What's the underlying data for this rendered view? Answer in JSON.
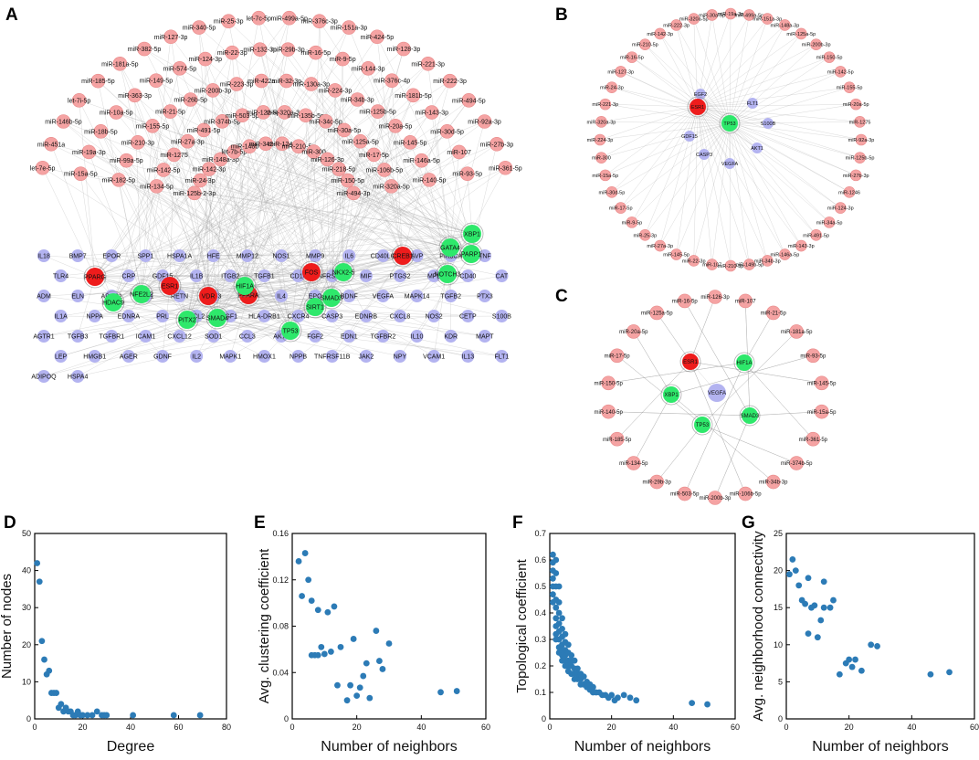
{
  "panels": {
    "A": {
      "letter": "A"
    },
    "B": {
      "letter": "B"
    },
    "C": {
      "letter": "C"
    },
    "D": {
      "letter": "D"
    },
    "E": {
      "letter": "E"
    },
    "F": {
      "letter": "F"
    },
    "G": {
      "letter": "G"
    }
  },
  "colors": {
    "mirna": "#f5a3a3",
    "mirna_stroke": "#e88a8a",
    "gene": "#b3b3f0",
    "hub_red": "#ee1c1c",
    "hub_green": "#2ee86b",
    "edge": "#9a9a9a",
    "point": "#2c7bb6"
  },
  "networks": {
    "A": {
      "mirna_outer": [
        "let-7e-5p",
        "miR-451a",
        "miR-146b-5p",
        "let-7i-5p",
        "miR-185-5p",
        "miR-181a-5p",
        "miR-382-5p",
        "miR-127-3p",
        "miR-340-5p",
        "miR-25-3p",
        "let-7c-5p",
        "miR-499a-5p",
        "miR-376c-3p",
        "miR-151a-3p",
        "miR-424-5p",
        "miR-128-3p",
        "miR-221-3p",
        "miR-222-3p",
        "miR-494-5p",
        "miR-92a-3p",
        "miR-27b-3p",
        "miR-361-5p",
        "miR-15a-5p",
        "miR-19a-3p",
        "miR-18b-5p",
        "miR-10a-5p",
        "miR-363-3p",
        "miR-149-5p",
        "miR-574-5p",
        "miR-124-3p",
        "miR-22-3p",
        "miR-132-3p",
        "miR-29b-3p",
        "miR-16-5p",
        "miR-9-5p",
        "miR-144-3p",
        "miR-376c-4p",
        "miR-181b-5p",
        "miR-143-3p",
        "miR-30d-5p",
        "miR-107",
        "miR-93-5p",
        "miR-182-5p",
        "miR-99a-5p",
        "miR-210-3p",
        "miR-155-5p",
        "miR-21-5p",
        "miR-26b-5p",
        "miR-200b-3p",
        "miR-223-3p",
        "miR-422a",
        "miR-32-3p",
        "miR-130a-3p",
        "miR-224-3p",
        "miR-34b-3p",
        "miR-125b-5p",
        "miR-20a-5p",
        "miR-145-5p",
        "miR-146a-5p",
        "miR-140-5p",
        "miR-134-5p",
        "miR-142-5p",
        "miR-1275",
        "miR-27a-3p",
        "miR-491-5p",
        "miR-374b-5p",
        "miR-503-5p",
        "miR-122-5p",
        "miR-320a-3p",
        "miR-135b-5p",
        "miR-34c-5p",
        "miR-30a-5p",
        "miR-125a-5p",
        "miR-17-5p",
        "miR-106b-5p",
        "miR-320a-5p",
        "miR-125b-2-3p",
        "miR-24-3p",
        "miR-142-3p",
        "miR-148a-3p",
        "let-7b-5p",
        "miR-148b-3p",
        "miR-342-3p",
        "miR-1246",
        "miR-210-5p",
        "miR-300",
        "miR-126-3p",
        "miR-218-5p",
        "miR-150-5p",
        "miR-494-3p"
      ],
      "hubs_red": [
        "PPARG",
        "ESR1",
        "VDR",
        "FOS",
        "CREB1",
        "PPARA"
      ],
      "hubs_green": [
        "HIF1A",
        "NKX2-5",
        "PARP1",
        "XBP1",
        "GATA4",
        "NOTCH3",
        "NFE2L2",
        "HDAC9",
        "PITX2",
        "SMAD4",
        "SIRT1",
        "SMAD3",
        "TP53"
      ],
      "genes": [
        "IL18",
        "BMP7",
        "EPOR",
        "SPP1",
        "HSPA1A",
        "HFE",
        "MMP12",
        "NOS1",
        "MMP9",
        "IL6",
        "CD40LG",
        "AVP",
        "PIK3CA",
        "TNF",
        "TLR4",
        "NGF",
        "CRP",
        "GDF15",
        "IL1B",
        "ITGB2",
        "TGFB1",
        "CD14",
        "TNFRSF12A",
        "MIF",
        "PTGS2",
        "MPL",
        "CD40",
        "CAT",
        "ADM",
        "ELN",
        "ADRB1",
        "OLR1",
        "RETN",
        "NTF3",
        "FGA",
        "IL4",
        "EPO",
        "BDNF",
        "VEGFA",
        "MAPK14",
        "TGFB2",
        "PTX3",
        "IL1A",
        "NPPA",
        "EDNRA",
        "PRL",
        "CCL2",
        "IGF1",
        "HLA-DRB1",
        "CXCR4",
        "CASP3",
        "EDNRB",
        "CXCL8",
        "NOS2",
        "CETP",
        "S100B",
        "AGTR1",
        "TGFB3",
        "TGFBR1",
        "ICAM1",
        "CXCL12",
        "SOD1",
        "CCL3",
        "AKT1",
        "FGF2",
        "EDN1",
        "TGFBR2",
        "IL10",
        "KDR",
        "MAPT",
        "LEP",
        "HMGB1",
        "AGER",
        "GDNF",
        "IL2",
        "MAPK1",
        "HMOX1",
        "NPPB",
        "TNFRSF11B",
        "JAK2",
        "NPY",
        "VCAM1",
        "IL13",
        "FLT1",
        "ADIPOQ",
        "HSPA4"
      ]
    },
    "B": {
      "mirna": [
        "miR-19a-3p",
        "miR-499a-5p",
        "miR-151a-3p",
        "miR-148a-3p",
        "miR-125a-5p",
        "miR-200b-3p",
        "miR-150-5p",
        "miR-142-5p",
        "miR-155-5p",
        "miR-20a-5p",
        "miR-1275",
        "miR-92a-3p",
        "miR-125b-5p",
        "miR-27b-3p",
        "miR-1246",
        "miR-124-3p",
        "miR-34a-5p",
        "miR-491-5p",
        "miR-143-3p",
        "miR-146a-5p",
        "miR-34b-3p",
        "miR-149b-5p",
        "miR-210-3p",
        "miR-107",
        "miR-22-3p",
        "miR-145-5p",
        "miR-27a-3p",
        "miR-25-3p",
        "miR-9-5p",
        "miR-17-5p",
        "miR-30d-5p",
        "miR-15a-5p",
        "miR-300",
        "miR-224-3p",
        "miR-320a-3p",
        "miR-221-3p",
        "miR-24-3p",
        "miR-127-3p",
        "miR-16-5p",
        "miR-210-5p",
        "miR-142-3p",
        "miR-222-3p",
        "miR-320a-5p",
        "miR-30a-5p"
      ],
      "hubs_red": [
        "ESR1"
      ],
      "hubs_green": [
        "TP53"
      ],
      "genes": [
        "EGF2",
        "FLT1",
        "S100B",
        "GDF15",
        "AKT1",
        "CASP3",
        "VEGFA"
      ]
    },
    "C": {
      "mirna": [
        "miR-126-3p",
        "miR-107",
        "miR-21-5p",
        "miR-181a-5p",
        "miR-93-5p",
        "miR-145-5p",
        "miR-15a-5p",
        "miR-361-5p",
        "miR-374b-5p",
        "miR-34b-3p",
        "miR-106b-5p",
        "miR-200b-3p",
        "miR-503-5p",
        "miR-29b-3p",
        "miR-134-5p",
        "miR-185-5p",
        "miR-140-5p",
        "miR-150-5p",
        "miR-17-5p",
        "miR-20a-5p",
        "miR-125a-5p",
        "miR-16-5p"
      ],
      "hubs_red": [
        "ESR1"
      ],
      "hubs_green": [
        "HIF1A",
        "XBP1",
        "SMAD3",
        "TP53"
      ],
      "genes": [
        "VEGFA"
      ]
    }
  },
  "chart_data": [
    {
      "type": "scatter",
      "panel": "D",
      "xlabel": "Degree",
      "ylabel": "Number of nodes",
      "xlim": [
        0,
        80
      ],
      "ylim": [
        0,
        50
      ],
      "xticks": [
        0,
        20,
        40,
        60,
        80
      ],
      "yticks": [
        0,
        10,
        20,
        30,
        40,
        50
      ],
      "x": [
        1,
        2,
        3,
        4,
        5,
        6,
        7,
        8,
        9,
        10,
        11,
        12,
        13,
        14,
        15,
        16,
        17,
        18,
        19,
        20,
        22,
        24,
        26,
        28,
        29,
        30,
        41,
        58,
        69
      ],
      "y": [
        42,
        37,
        21,
        16,
        12,
        13,
        7,
        7,
        7,
        3,
        4,
        2,
        3,
        2,
        2,
        1,
        1,
        2,
        1,
        1,
        1,
        1,
        2,
        1,
        1,
        1,
        1,
        1,
        1
      ]
    },
    {
      "type": "scatter",
      "panel": "E",
      "xlabel": "Number of neighbors",
      "ylabel": "Avg. clustering coefficient",
      "xlim": [
        0,
        60
      ],
      "ylim": [
        0,
        0.16
      ],
      "xticks": [
        0,
        20,
        40,
        60
      ],
      "yticks": [
        0,
        0.04,
        0.08,
        0.12,
        0.16
      ],
      "x": [
        2,
        3,
        4,
        5,
        6,
        6,
        7,
        8,
        8,
        9,
        10,
        11,
        12,
        13,
        14,
        15,
        17,
        18,
        19,
        20,
        21,
        22,
        23,
        24,
        26,
        27,
        28,
        30,
        46,
        51
      ],
      "y": [
        0.136,
        0.106,
        0.143,
        0.12,
        0.055,
        0.102,
        0.055,
        0.094,
        0.055,
        0.062,
        0.056,
        0.092,
        0.058,
        0.097,
        0.029,
        0.062,
        0.016,
        0.029,
        0.069,
        0.02,
        0.027,
        0.037,
        0.048,
        0.018,
        0.076,
        0.05,
        0.043,
        0.065,
        0.023,
        0.024
      ]
    },
    {
      "type": "scatter",
      "panel": "F",
      "xlabel": "Number of neighbors",
      "ylabel": "Topological coefficient",
      "xlim": [
        0,
        60
      ],
      "ylim": [
        0,
        0.7
      ],
      "xticks": [
        0,
        20,
        40,
        60
      ],
      "yticks": [
        0,
        0.1,
        0.2,
        0.3,
        0.4,
        0.5,
        0.6,
        0.7
      ],
      "x": [
        1,
        1,
        1,
        1,
        1,
        1,
        1,
        2,
        2,
        2,
        2,
        2,
        2,
        2,
        2,
        2,
        3,
        3,
        3,
        3,
        3,
        3,
        3,
        3,
        4,
        4,
        4,
        4,
        4,
        4,
        4,
        5,
        5,
        5,
        5,
        5,
        5,
        6,
        6,
        6,
        6,
        6,
        7,
        7,
        7,
        7,
        8,
        8,
        8,
        8,
        9,
        9,
        9,
        10,
        10,
        10,
        11,
        11,
        12,
        12,
        13,
        13,
        14,
        14,
        15,
        16,
        17,
        18,
        19,
        20,
        21,
        22,
        24,
        26,
        28,
        46,
        51
      ],
      "y": [
        0.62,
        0.59,
        0.56,
        0.53,
        0.5,
        0.47,
        0.44,
        0.6,
        0.55,
        0.5,
        0.45,
        0.42,
        0.38,
        0.35,
        0.32,
        0.3,
        0.5,
        0.44,
        0.4,
        0.36,
        0.33,
        0.3,
        0.27,
        0.25,
        0.38,
        0.34,
        0.31,
        0.28,
        0.26,
        0.24,
        0.22,
        0.32,
        0.29,
        0.26,
        0.24,
        0.22,
        0.2,
        0.28,
        0.25,
        0.22,
        0.2,
        0.18,
        0.24,
        0.22,
        0.2,
        0.17,
        0.22,
        0.19,
        0.17,
        0.15,
        0.19,
        0.17,
        0.15,
        0.17,
        0.15,
        0.13,
        0.16,
        0.13,
        0.14,
        0.12,
        0.13,
        0.11,
        0.12,
        0.1,
        0.1,
        0.1,
        0.09,
        0.09,
        0.08,
        0.09,
        0.07,
        0.08,
        0.09,
        0.08,
        0.07,
        0.06,
        0.055
      ]
    },
    {
      "type": "scatter",
      "panel": "G",
      "xlabel": "Number of neighbors",
      "ylabel": "Avg. neighborhood connectivity",
      "xlim": [
        0,
        60
      ],
      "ylim": [
        0,
        25
      ],
      "xticks": [
        0,
        20,
        40,
        60
      ],
      "yticks": [
        0,
        5,
        10,
        15,
        20,
        25
      ],
      "x": [
        1,
        2,
        3,
        4,
        5,
        6,
        7,
        7,
        8,
        9,
        10,
        11,
        12,
        12,
        14,
        15,
        17,
        19,
        20,
        21,
        22,
        24,
        27,
        29,
        46,
        52
      ],
      "y": [
        19.5,
        21.5,
        20,
        18,
        16,
        15.5,
        11.5,
        19,
        15,
        15.3,
        11,
        13.3,
        18.5,
        15,
        15,
        16,
        6,
        7.5,
        8,
        7,
        8,
        6.5,
        10,
        9.8,
        6,
        6.3
      ]
    }
  ]
}
